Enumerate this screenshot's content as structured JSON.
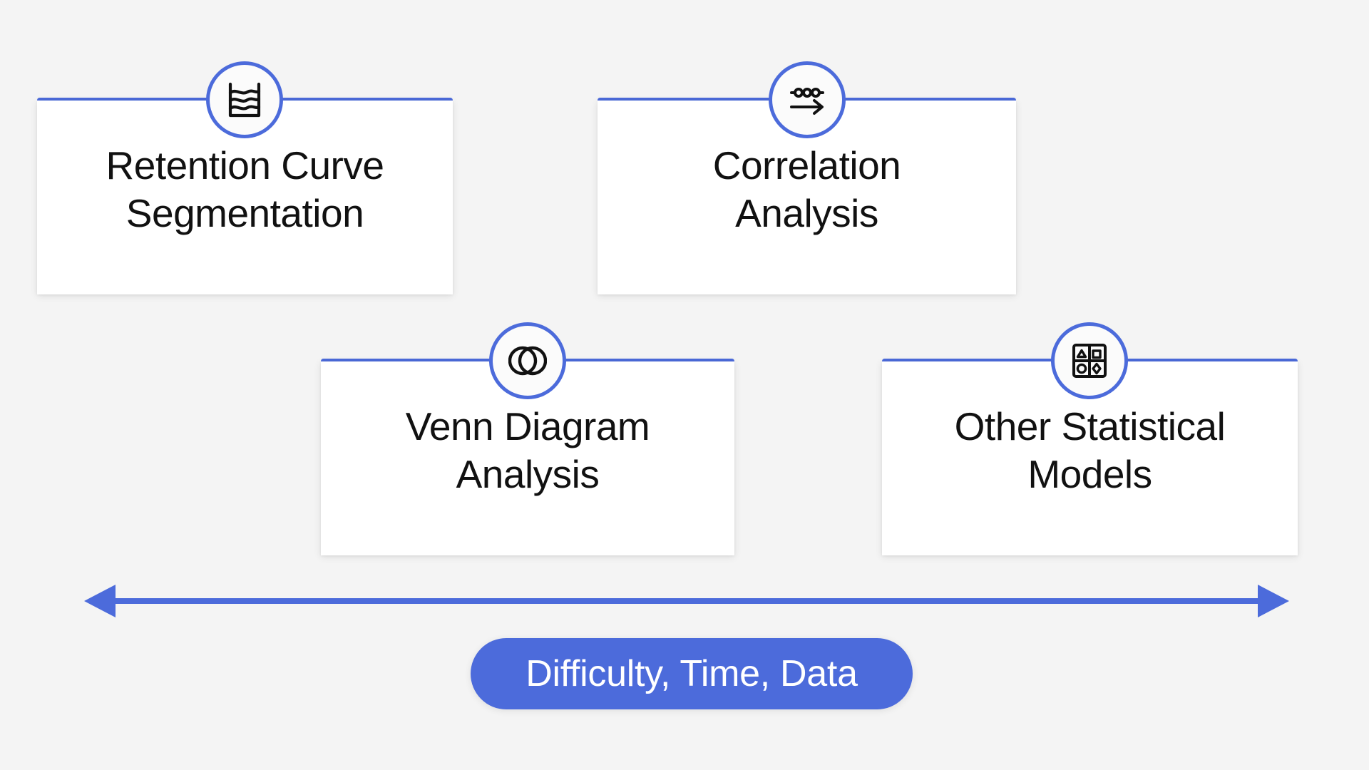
{
  "diagram": {
    "background_color": "#f4f4f4",
    "accent_color": "#4c6bdb",
    "card_color": "#ffffff",
    "text_color": "#111111",
    "type": "staggered-card-progression"
  },
  "cards": [
    {
      "id": "retention-curve-segmentation",
      "title": "Retention Curve Segmentation",
      "line1": "Retention Curve",
      "line2": "Segmentation",
      "icon": "stream-chart-icon",
      "row": 1,
      "column": 1
    },
    {
      "id": "correlation-analysis",
      "title": "Correlation Analysis",
      "line1": "Correlation",
      "line2": "Analysis",
      "icon": "node-arrow-icon",
      "row": 1,
      "column": 2
    },
    {
      "id": "venn-diagram-analysis",
      "title": "Venn Diagram Analysis",
      "line1": "Venn Diagram",
      "line2": "Analysis",
      "icon": "venn-circles-icon",
      "row": 2,
      "column": 1
    },
    {
      "id": "other-statistical-models",
      "title": "Other Statistical Models",
      "line1": "Other Statistical",
      "line2": "Models",
      "icon": "shapes-grid-icon",
      "row": 2,
      "column": 2
    }
  ],
  "axis": {
    "label": "Difficulty, Time, Data",
    "arrow_style": "double-headed",
    "direction": "left-right",
    "color": "#4c6bdb"
  }
}
